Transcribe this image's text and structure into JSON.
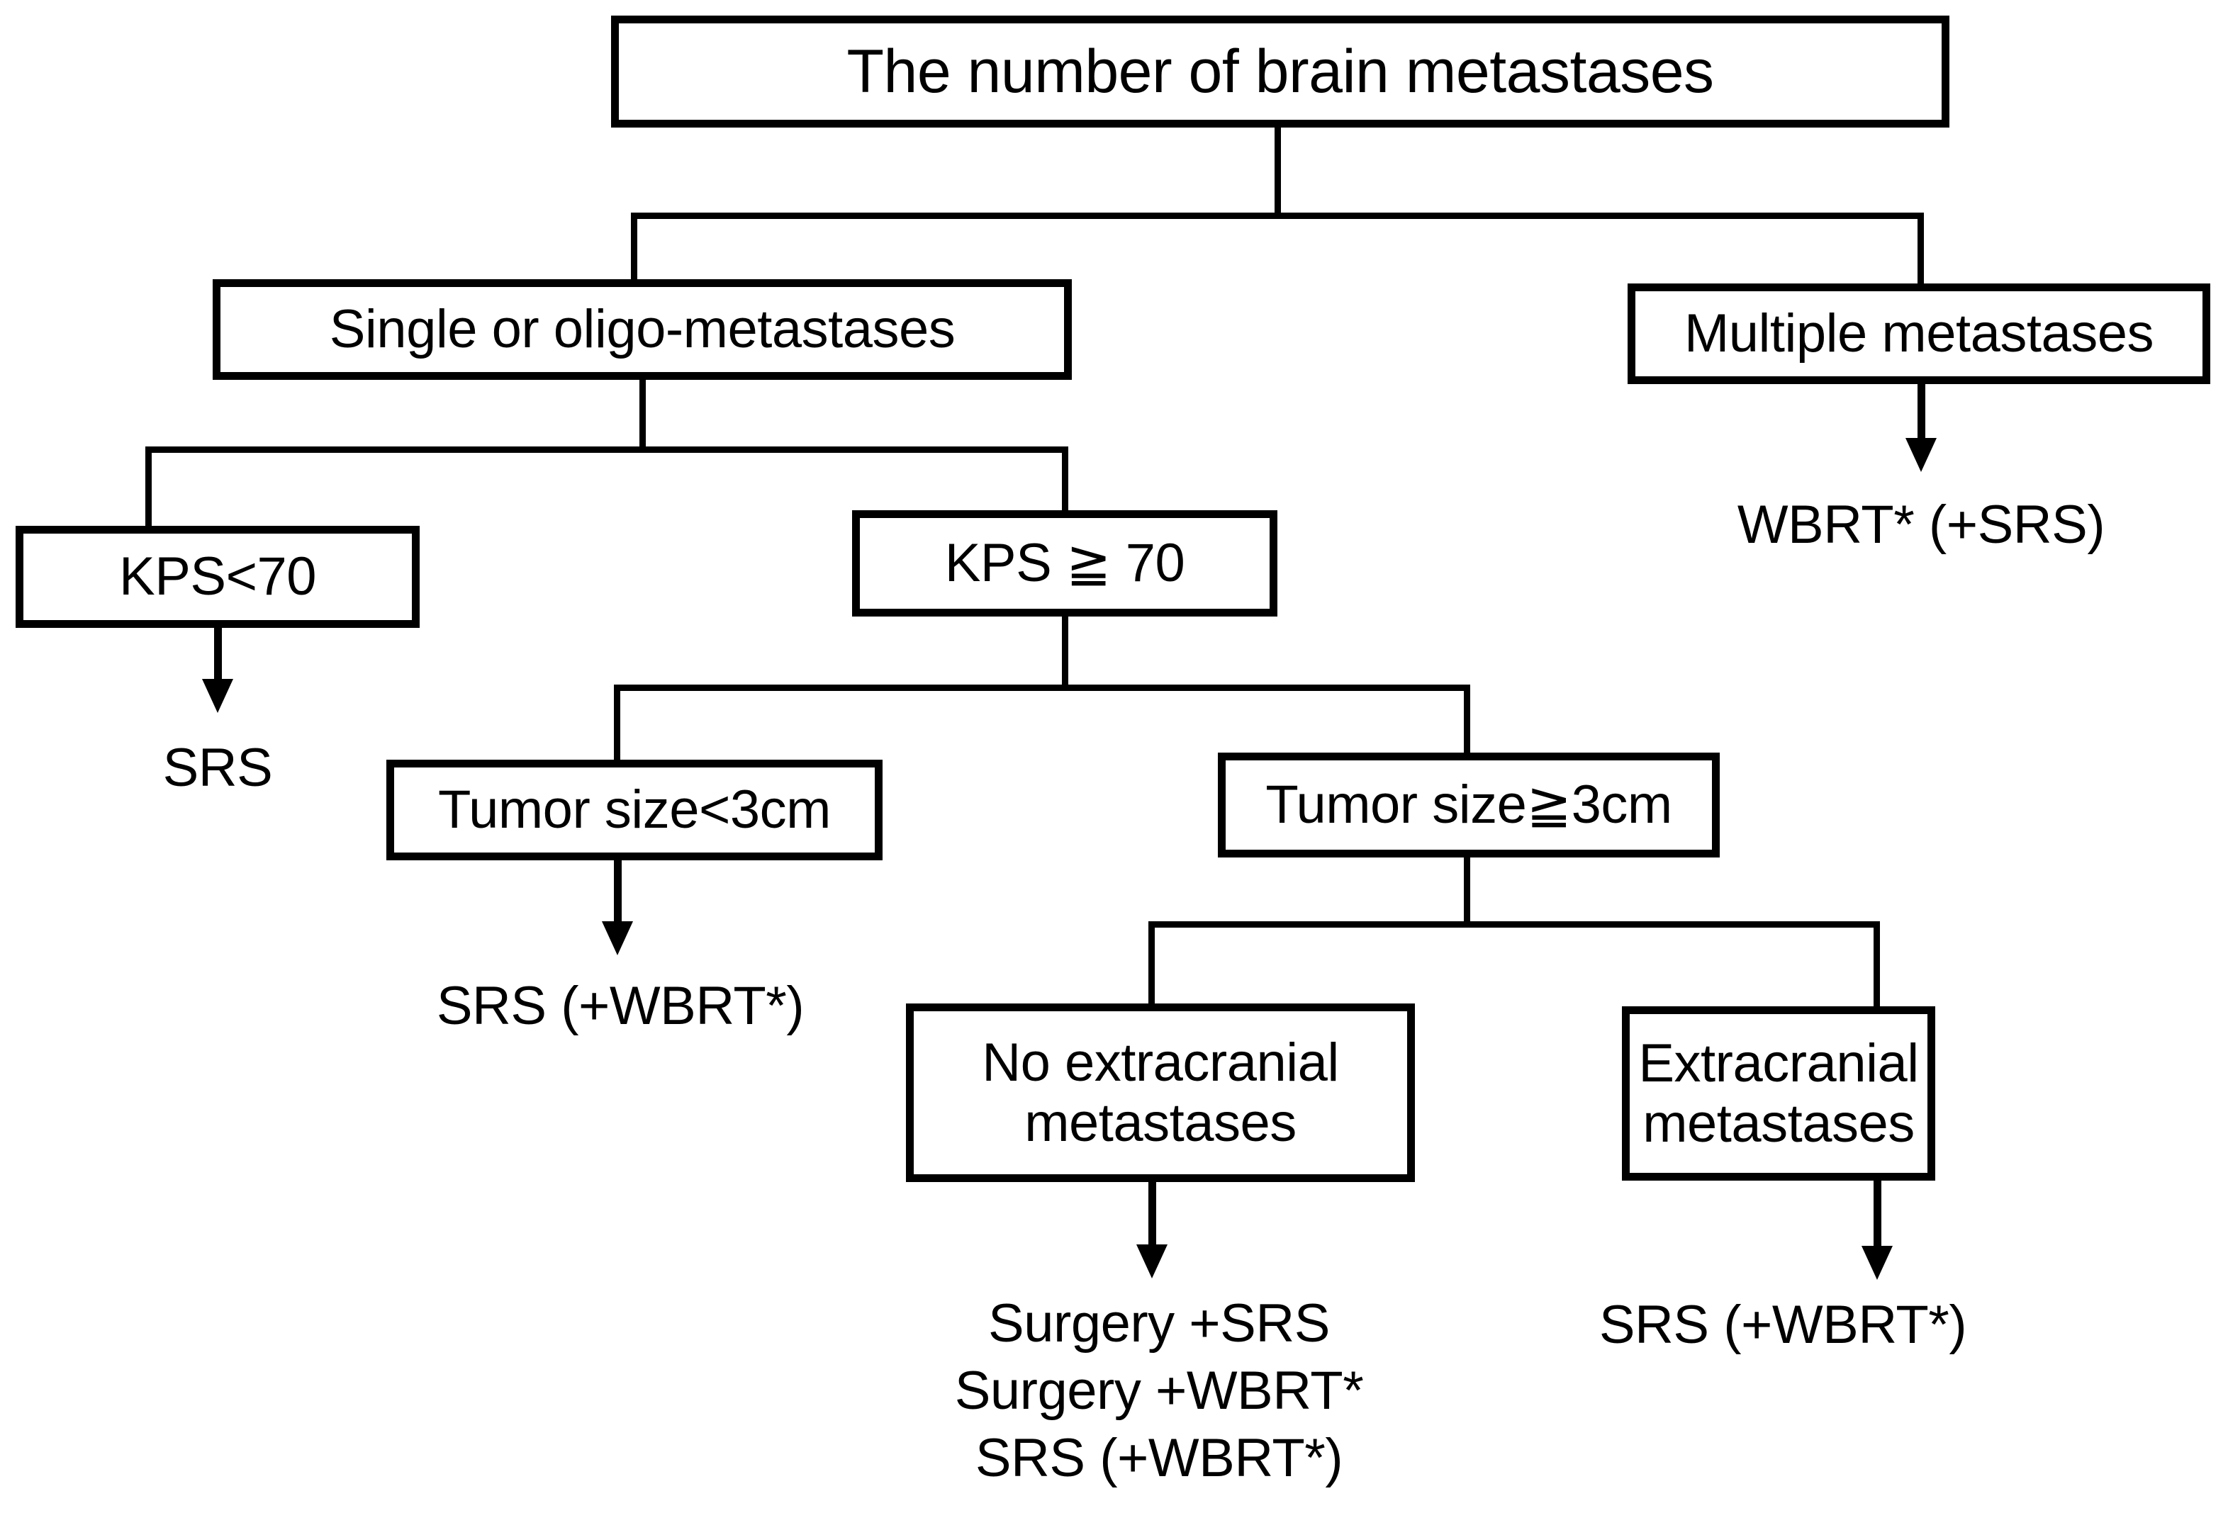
{
  "diagram": {
    "title": "The number of brain metastases",
    "nodes": {
      "root": "The number of brain metastases",
      "single_oligo": "Single or oligo-metastases",
      "multiple": "Multiple metastases",
      "kps_low": "KPS<70",
      "kps_high": "KPS ≧ 70",
      "tumor_small": "Tumor size<3cm",
      "tumor_large": "Tumor size≧3cm",
      "no_extracranial": "No extracranial\nmetastases",
      "extracranial": "Extracranial\nmetastases"
    },
    "outcomes": {
      "multiple_treatment": "WBRT* (+SRS)",
      "kps_low_treatment": "SRS",
      "tumor_small_treatment": "SRS (+WBRT*)",
      "no_extracranial_treatment": "Surgery +SRS\nSurgery +WBRT*\nSRS (+WBRT*)",
      "extracranial_treatment": "SRS (+WBRT*)"
    },
    "colors": {
      "stroke": "#000000",
      "fill": "#ffffff",
      "text": "#000000"
    }
  }
}
